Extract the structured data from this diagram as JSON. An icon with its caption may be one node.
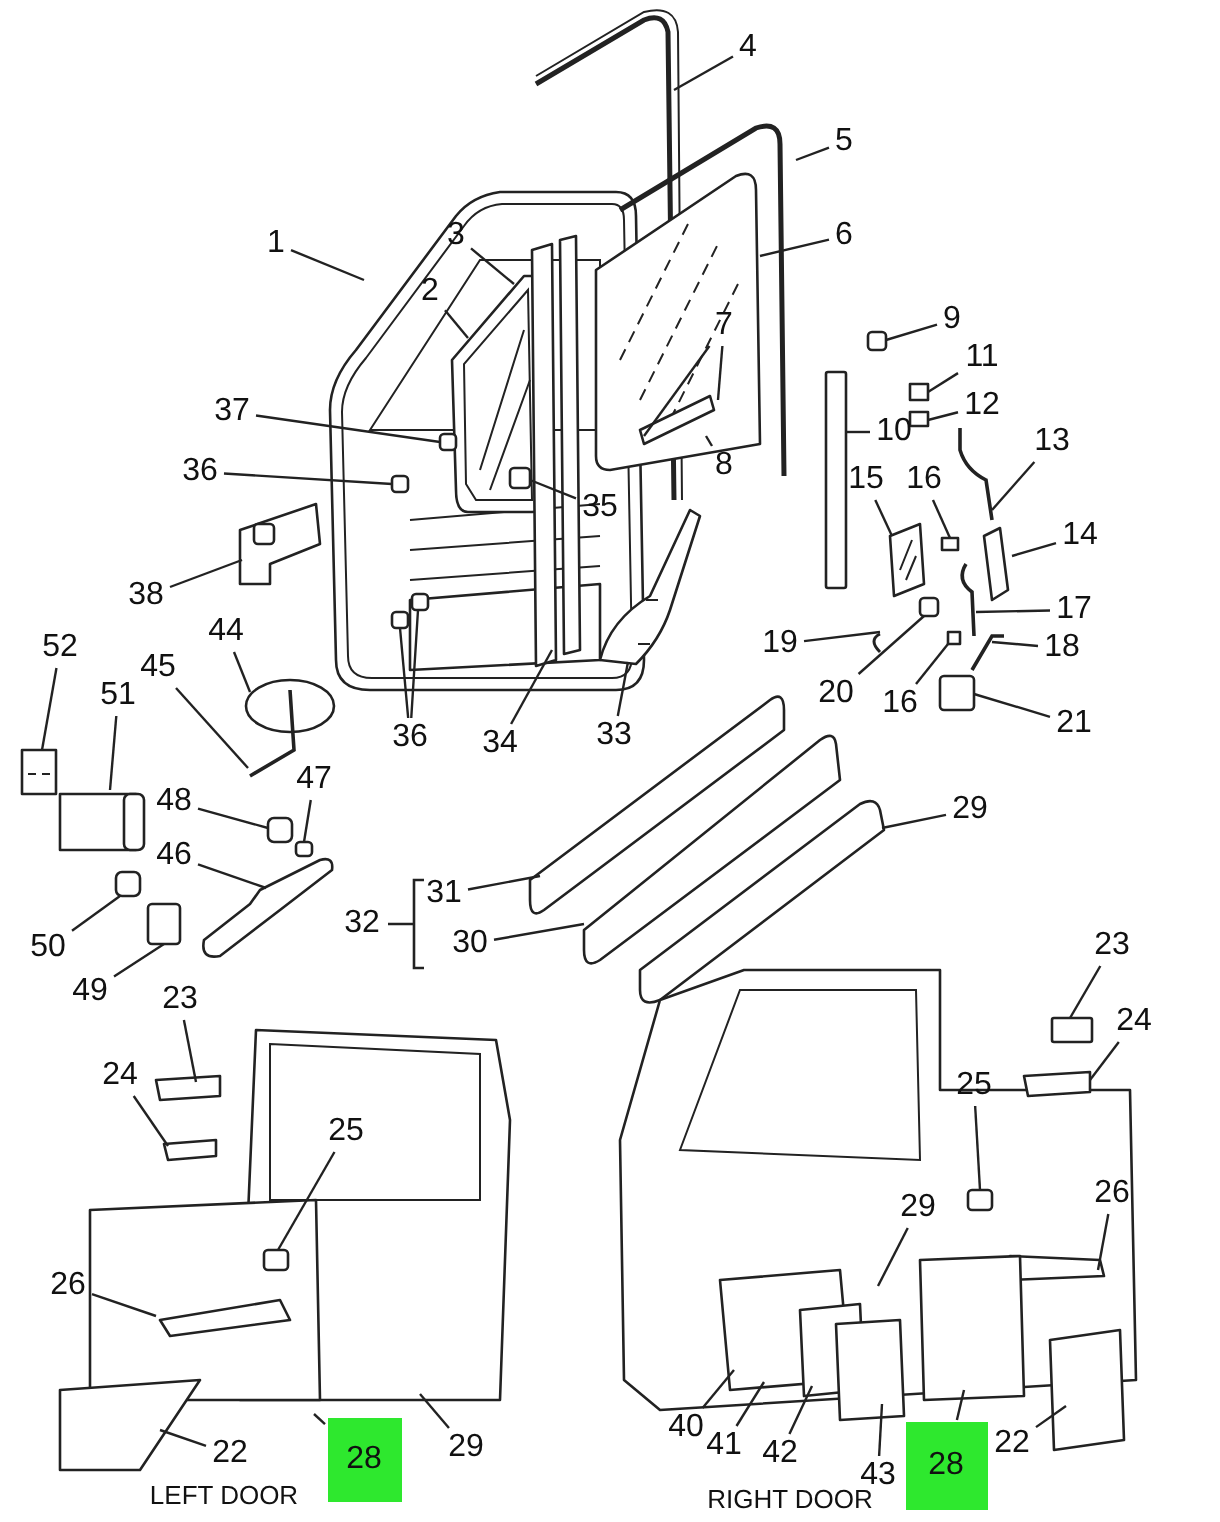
{
  "diagram": {
    "nodes": [
      {
        "text": [
          "4"
        ]
      },
      {
        "text": [
          "5"
        ]
      },
      {
        "text": [
          "1"
        ]
      },
      {
        "text": [
          "3"
        ]
      },
      {
        "text": [
          "6"
        ]
      },
      {
        "text": [
          "2"
        ]
      },
      {
        "text": [
          "9"
        ]
      },
      {
        "text": [
          "7"
        ]
      },
      {
        "text": [
          "11"
        ]
      },
      {
        "text": [
          "12"
        ]
      },
      {
        "text": [
          "37"
        ]
      },
      {
        "text": [
          "10"
        ]
      },
      {
        "text": [
          "13"
        ]
      },
      {
        "text": [
          "8"
        ]
      },
      {
        "text": [
          "36"
        ]
      },
      {
        "text": [
          "15"
        ]
      },
      {
        "text": [
          "16"
        ]
      },
      {
        "text": [
          "35"
        ]
      },
      {
        "text": [
          "14"
        ]
      },
      {
        "text": [
          "38"
        ]
      },
      {
        "text": [
          "17"
        ]
      },
      {
        "text": [
          "44"
        ]
      },
      {
        "text": [
          "52"
        ]
      },
      {
        "text": [
          "19"
        ]
      },
      {
        "text": [
          "18"
        ]
      },
      {
        "text": [
          "45"
        ]
      },
      {
        "text": [
          "51"
        ]
      },
      {
        "text": [
          "20"
        ]
      },
      {
        "text": [
          "16"
        ]
      },
      {
        "text": [
          "21"
        ]
      },
      {
        "text": [
          "36"
        ]
      },
      {
        "text": [
          "33"
        ]
      },
      {
        "text": [
          "34"
        ]
      },
      {
        "text": [
          "47"
        ]
      },
      {
        "text": [
          "48"
        ]
      },
      {
        "text": [
          "29"
        ]
      },
      {
        "text": [
          "46"
        ]
      },
      {
        "text": [
          "31"
        ]
      },
      {
        "text": [
          "30"
        ]
      },
      {
        "text": [
          "50"
        ]
      },
      {
        "text": [
          "49"
        ]
      },
      {
        "text": [
          "23"
        ]
      },
      {
        "text": [
          "23"
        ]
      },
      {
        "text": [
          "24"
        ]
      },
      {
        "text": [
          "24"
        ]
      },
      {
        "text": [
          "25"
        ]
      },
      {
        "text": [
          "25"
        ]
      },
      {
        "text": [
          "26"
        ]
      },
      {
        "text": [
          "29"
        ]
      },
      {
        "text": [
          "26"
        ]
      },
      {
        "text": [
          "40"
        ]
      },
      {
        "text": [
          "22"
        ]
      },
      {
        "text": [
          "41"
        ]
      },
      {
        "text": [
          "22"
        ]
      },
      {
        "text": [
          "42"
        ]
      },
      {
        "text": [
          "29"
        ]
      },
      {
        "text": [
          "28"
        ]
      },
      {
        "text": [
          "43"
        ]
      },
      {
        "text": [
          "28"
        ]
      },
      {
        "text": [],
        "shape": "box"
      },
      {
        "text": [],
        "shape": "box"
      },
      {
        "text": [],
        "shape": "box"
      },
      {
        "text": [],
        "shape": "box"
      },
      {
        "text": [],
        "shape": "box"
      },
      {
        "text": [],
        "shape": "box"
      },
      {
        "text": [],
        "shape": "box"
      },
      {
        "text": [],
        "shape": "box"
      },
      {
        "text": [],
        "shape": "picture"
      },
      {
        "text": [],
        "shape": "box"
      },
      {
        "text": [],
        "shape": "box"
      },
      {
        "text": [],
        "shape": "box"
      },
      {
        "text": [],
        "shape": "box"
      },
      {
        "text": [],
        "shape": "box"
      },
      {
        "text": [],
        "shape": "box"
      },
      {
        "text": [],
        "shape": "box"
      },
      {
        "text": [],
        "shape": "box"
      },
      {
        "text": [],
        "shape": "box"
      },
      {
        "text": [],
        "shape": "box"
      },
      {
        "text": [],
        "shape": "box"
      },
      {
        "text": [],
        "shape": "box"
      },
      {
        "text": [],
        "shape": "picture"
      }
    ],
    "edges": [
      {
        "from": 0,
        "to": null,
        "arrow": "none"
      },
      {
        "from": 1,
        "to": null,
        "arrow": "none"
      },
      {
        "from": 2,
        "to": null,
        "arrow": "none"
      },
      {
        "from": 3,
        "to": null,
        "arrow": "none"
      },
      {
        "from": 4,
        "to": null,
        "arrow": "none"
      },
      {
        "from": 5,
        "to": null,
        "arrow": "none"
      },
      {
        "from": 6,
        "to": 59,
        "arrow": "none"
      },
      {
        "from": 7,
        "to": null,
        "arrow": "none"
      },
      {
        "from": 7,
        "to": null,
        "arrow": "none"
      },
      {
        "from": 8,
        "to": 60,
        "arrow": "none"
      },
      {
        "from": 9,
        "to": 61,
        "arrow": "none"
      },
      {
        "from": 10,
        "to": 62,
        "arrow": "none"
      },
      {
        "from": 11,
        "to": 63,
        "arrow": "none"
      },
      {
        "from": 12,
        "to": null,
        "arrow": "none"
      },
      {
        "from": 13,
        "to": null,
        "arrow": "none"
      },
      {
        "from": 14,
        "to": 64,
        "arrow": "none"
      },
      {
        "from": 15,
        "to": null,
        "arrow": "none"
      },
      {
        "from": 16,
        "to": 65,
        "arrow": "none"
      },
      {
        "from": 17,
        "to": 66,
        "arrow": "none"
      },
      {
        "from": 18,
        "to": null,
        "arrow": "none"
      },
      {
        "from": 19,
        "to": 80,
        "arrow": "none"
      },
      {
        "from": 20,
        "to": null,
        "arrow": "none"
      },
      {
        "from": 21,
        "to": null,
        "arrow": "none"
      },
      {
        "from": 22,
        "to": 67,
        "arrow": "none"
      },
      {
        "from": 23,
        "to": null,
        "arrow": "none"
      },
      {
        "from": 24,
        "to": null,
        "arrow": "none"
      },
      {
        "from": 25,
        "to": null,
        "arrow": "none"
      },
      {
        "from": 26,
        "to": null,
        "arrow": "none"
      },
      {
        "from": 27,
        "to": 68,
        "arrow": "none"
      },
      {
        "from": 28,
        "to": 69,
        "arrow": "none"
      },
      {
        "from": 29,
        "to": 70,
        "arrow": "none"
      },
      {
        "from": 30,
        "to": 71,
        "arrow": "none"
      },
      {
        "from": 30,
        "to": 72,
        "arrow": "none"
      },
      {
        "from": 31,
        "to": null,
        "arrow": "none"
      },
      {
        "from": 32,
        "to": null,
        "arrow": "none"
      },
      {
        "from": 33,
        "to": 73,
        "arrow": "none"
      },
      {
        "from": 34,
        "to": 74,
        "arrow": "none"
      },
      {
        "from": 35,
        "to": null,
        "arrow": "none"
      },
      {
        "from": 36,
        "to": null,
        "arrow": "none"
      },
      {
        "from": 37,
        "to": null,
        "arrow": "none"
      },
      {
        "from": 38,
        "to": null,
        "arrow": "none"
      },
      {
        "from": 39,
        "to": 75,
        "arrow": "none"
      },
      {
        "from": 40,
        "to": 76,
        "arrow": "none"
      },
      {
        "from": 41,
        "to": 77,
        "arrow": "none"
      },
      {
        "from": 42,
        "to": null,
        "arrow": "none"
      },
      {
        "from": 43,
        "to": null,
        "arrow": "none"
      },
      {
        "from": 44,
        "to": null,
        "arrow": "none"
      },
      {
        "from": 45,
        "to": 79,
        "arrow": "none"
      },
      {
        "from": 46,
        "to": 78,
        "arrow": "none"
      },
      {
        "from": 47,
        "to": null,
        "arrow": "none"
      },
      {
        "from": 48,
        "to": null,
        "arrow": "none"
      },
      {
        "from": 49,
        "to": null,
        "arrow": "none"
      },
      {
        "from": 50,
        "to": null,
        "arrow": "none"
      },
      {
        "from": 51,
        "to": null,
        "arrow": "none"
      },
      {
        "from": 52,
        "to": null,
        "arrow": "none"
      },
      {
        "from": 53,
        "to": null,
        "arrow": "none"
      },
      {
        "from": 54,
        "to": null,
        "arrow": "none"
      },
      {
        "from": 55,
        "to": null,
        "arrow": "none"
      },
      {
        "from": 56,
        "to": null,
        "arrow": "none"
      },
      {
        "from": 57,
        "to": null,
        "arrow": "none"
      },
      {
        "from": 58,
        "to": null,
        "arrow": "none"
      }
    ],
    "labels": [
      "32",
      "LEFT DOOR",
      "RIGHT DOOR"
    ]
  }
}
